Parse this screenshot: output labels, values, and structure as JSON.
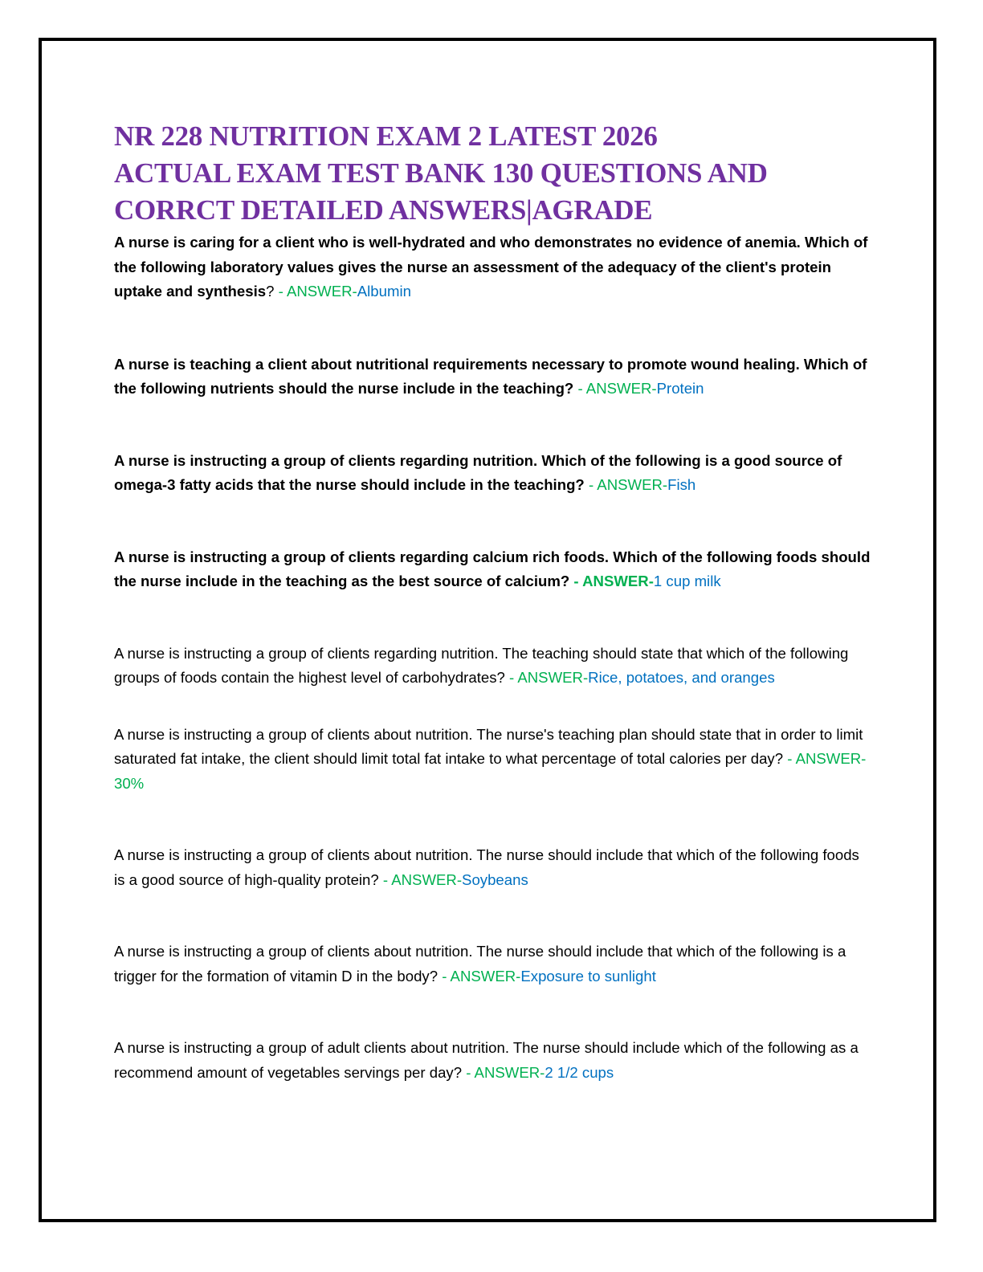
{
  "title": {
    "line1": "NR 228 NUTRITION EXAM 2 LATEST 2026",
    "line2": "ACTUAL EXAM TEST BANK 130 QUESTIONS AND",
    "line3": "CORRCT DETAILED ANSWERS|AGRADE"
  },
  "items": [
    {
      "question": "A nurse is caring for a client who is well-hydrated and who demonstrates no evidence of anemia. Which of the following laboratory values gives the nurse an assessment of the adequacy of the client's protein uptake and synthesis",
      "question_tail": "?",
      "answer_prefix": " - ANSWER-",
      "answer": "Albumin"
    },
    {
      "question": "A nurse is teaching a client about nutritional requirements necessary to promote wound healing. Which of the following nutrients should the nurse include in the teaching?",
      "answer_prefix": " - ANSWER-",
      "answer": "Protein"
    },
    {
      "question": "A nurse is instructing a group of clients regarding nutrition. Which of the following is a good source of omega-3 fatty acids that the nurse should include in the teaching?",
      "answer_prefix": " - ANSWER-",
      "answer": "Fish"
    },
    {
      "question": "A nurse is instructing a group of clients regarding calcium rich foods. Which of the following foods should the nurse include in the teaching as the best source of calcium?",
      "answer_prefix": " - ANSWER-",
      "answer": "1 cup milk"
    },
    {
      "question": "A nurse is instructing a group of clients regarding nutrition. The teaching should state that which of the following groups of foods contain the highest level of carbohydrates?",
      "answer_prefix": " - ANSWER-",
      "answer": "Rice, potatoes, and oranges"
    },
    {
      "question": "A nurse is instructing a group of clients about nutrition. The nurse's teaching plan should state that in order to limit saturated fat intake, the client should limit total fat intake to what percentage of total calories per day?",
      "answer_prefix": " - ANSWER-",
      "answer": "30%"
    },
    {
      "question": "A nurse is instructing a group of clients about nutrition. The nurse should include that which of the following foods is a good source of high-quality protein?",
      "answer_prefix": " - ANSWER-",
      "answer": "Soybeans"
    },
    {
      "question": "A nurse is instructing a group of clients about nutrition. The nurse should include that which of the following is a trigger for the formation of vitamin D in the body?",
      "answer_prefix": " - ANSWER-",
      "answer": "Exposure to sunlight"
    },
    {
      "question": "A nurse is instructing a group of adult clients about nutrition. The nurse should include which of the following as a recommend amount of vegetables servings per day?",
      "answer_prefix": " - ANSWER-",
      "answer": "2 1/2 cups"
    }
  ],
  "colors": {
    "title": "#7030a0",
    "answer_label": "#00b050",
    "answer_value": "#0070c0",
    "frame": "#000000"
  }
}
